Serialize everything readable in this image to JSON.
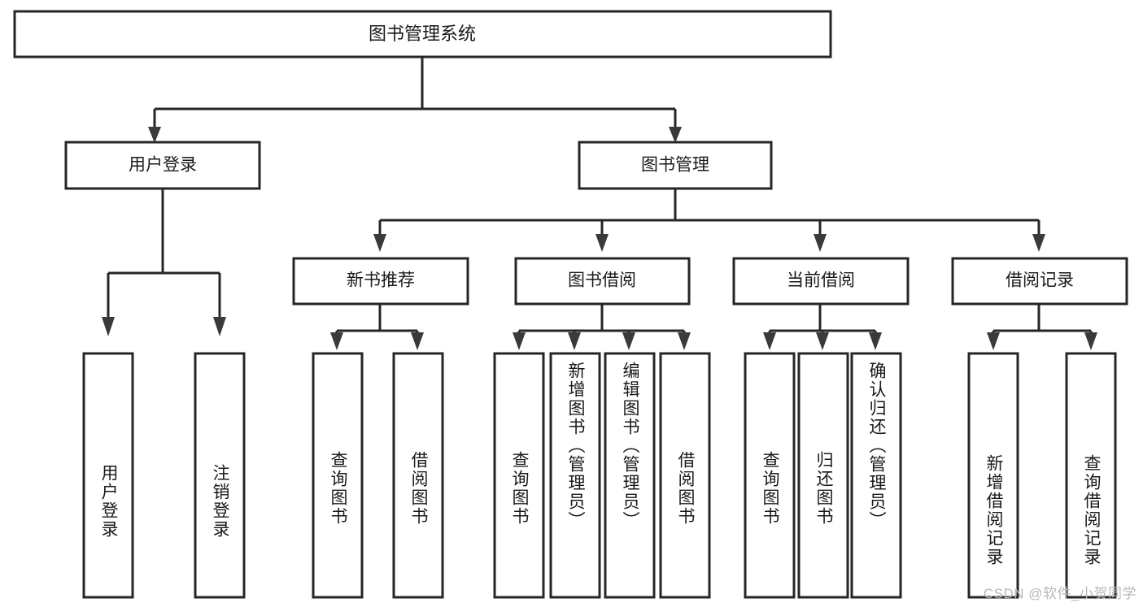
{
  "diagram": {
    "title": "图书管理系统",
    "type": "tree",
    "orientation": "top-down",
    "root": {
      "id": "root",
      "label": "图书管理系统",
      "text_orientation": "horizontal"
    },
    "level2": [
      {
        "id": "user-login",
        "label": "用户登录",
        "text_orientation": "horizontal"
      },
      {
        "id": "book-manage",
        "label": "图书管理",
        "text_orientation": "horizontal"
      }
    ],
    "level3": [
      {
        "id": "new-book-rec",
        "label": "新书推荐",
        "parent": "book-manage",
        "text_orientation": "horizontal"
      },
      {
        "id": "book-borrow",
        "label": "图书借阅",
        "parent": "book-manage",
        "text_orientation": "horizontal"
      },
      {
        "id": "current-borrow",
        "label": "当前借阅",
        "parent": "book-manage",
        "text_orientation": "horizontal"
      },
      {
        "id": "borrow-record",
        "label": "借阅记录",
        "parent": "book-manage",
        "text_orientation": "horizontal"
      }
    ],
    "leaves": [
      {
        "id": "leaf-user-login",
        "label": "用户登录",
        "parent": "user-login",
        "text_orientation": "vertical",
        "align": "bottom"
      },
      {
        "id": "leaf-logout",
        "label": "注销登录",
        "parent": "user-login",
        "text_orientation": "vertical",
        "align": "bottom"
      },
      {
        "id": "leaf-query-book-rec",
        "label": "查询图书",
        "parent": "new-book-rec",
        "text_orientation": "vertical",
        "align": "bottom"
      },
      {
        "id": "leaf-borrow-book-rec",
        "label": "借阅图书",
        "parent": "new-book-rec",
        "text_orientation": "vertical",
        "align": "bottom"
      },
      {
        "id": "leaf-query-book-borrow",
        "label": "查询图书",
        "parent": "book-borrow",
        "text_orientation": "vertical",
        "align": "bottom"
      },
      {
        "id": "leaf-add-book",
        "label": "新增图书（管理员）",
        "parent": "book-borrow",
        "text_orientation": "vertical",
        "align": "top"
      },
      {
        "id": "leaf-edit-book",
        "label": "编辑图书（管理员）",
        "parent": "book-borrow",
        "text_orientation": "vertical",
        "align": "top"
      },
      {
        "id": "leaf-borrow-book",
        "label": "借阅图书",
        "parent": "book-borrow",
        "text_orientation": "vertical",
        "align": "bottom"
      },
      {
        "id": "leaf-query-book-cur",
        "label": "查询图书",
        "parent": "current-borrow",
        "text_orientation": "vertical",
        "align": "bottom"
      },
      {
        "id": "leaf-return-book",
        "label": "归还图书",
        "parent": "current-borrow",
        "text_orientation": "vertical",
        "align": "bottom"
      },
      {
        "id": "leaf-confirm-return",
        "label": "确认归还（管理员）",
        "parent": "current-borrow",
        "text_orientation": "vertical",
        "align": "top"
      },
      {
        "id": "leaf-add-record",
        "label": "新增借阅记录",
        "parent": "borrow-record",
        "text_orientation": "vertical",
        "align": "bottom"
      },
      {
        "id": "leaf-query-record",
        "label": "查询借阅记录",
        "parent": "borrow-record",
        "text_orientation": "vertical",
        "align": "bottom"
      }
    ],
    "colors": {
      "background": "#ffffff",
      "box_fill": "#ffffff",
      "box_stroke": "#262626",
      "connector": "#262626",
      "arrow": "#3a3a3a",
      "text": "#1a1a1a",
      "watermark": "#b9b9b9"
    }
  },
  "watermark": {
    "text": "CSDN @软件_小贺同学"
  }
}
